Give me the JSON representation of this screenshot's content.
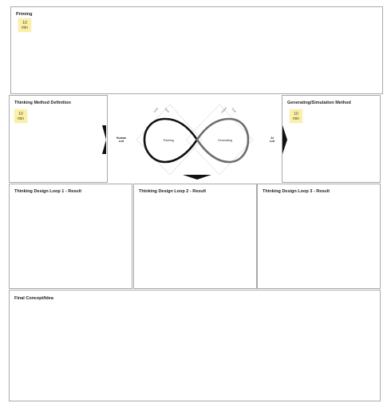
{
  "frames": {
    "priming": "Priming",
    "thinking_method": "Thinking Method Definition",
    "generating_method": "Generating/Simulation Method",
    "loop1": "Thinking Design Loop 1 - Result",
    "loop2": "Thinking Design Loop 2 - Result",
    "loop3": "Thinking Design Loop 3 - Result",
    "final": "Final Concept/Idea"
  },
  "stickies": [
    {
      "line1": "10",
      "line2": "min"
    },
    {
      "line1": "10",
      "line2": "min"
    },
    {
      "line1": "10",
      "line2": "min"
    }
  ],
  "loop": {
    "left_side": "Human\nLed",
    "right_side": "AI\nLed",
    "left_lobe": "Thinking",
    "right_lobe": "Generating",
    "corner_labels": [
      "Goal",
      "Input",
      "Output",
      "Goal"
    ]
  },
  "colors": {
    "frame_border": "#a9a9a9",
    "sticky": "#fbf0a3",
    "left_lobe": "#111111",
    "right_lobe": "#6e6e6e",
    "arrow": "#111111"
  }
}
